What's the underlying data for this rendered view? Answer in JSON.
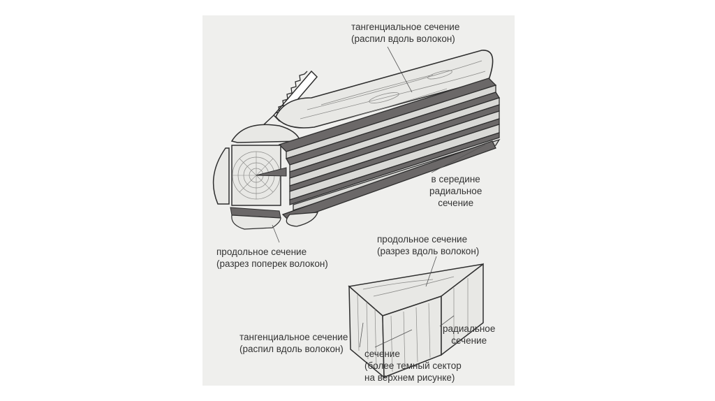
{
  "colors": {
    "panel_bg": "#efefed",
    "outline": "#2e2e2e",
    "board_dark": "#6b6868",
    "board_light": "#d9d9d6",
    "wood_light": "#e8e8e5",
    "wood_grain": "#8a8a88",
    "text": "#333333"
  },
  "labels": {
    "tangential_top": {
      "line1": "тангенциальное сечение",
      "line2": "(распил вдоль волокон)"
    },
    "radial_middle": {
      "line1": "в середине",
      "line2": "радиальное",
      "line3": "сечение"
    },
    "cross_section": {
      "line1": "продольное сечение",
      "line2": "(разрез поперек волокон)"
    },
    "longitudinal": {
      "line1": "продольное сечение",
      "line2": "(разрез вдоль волокон)"
    },
    "tangential_bottom": {
      "line1": "тангенциальное сечение",
      "line2": "(распил вдоль волокон)"
    },
    "radial_bottom": {
      "line1": "радиальное",
      "line2": "сечение"
    },
    "section_note": {
      "line1": "сечение",
      "line2": "(более темный сектор",
      "line3": "на верхнем рисунке)"
    }
  },
  "icons": [
    "saw-icon",
    "log-illustration",
    "wedge-illustration"
  ]
}
